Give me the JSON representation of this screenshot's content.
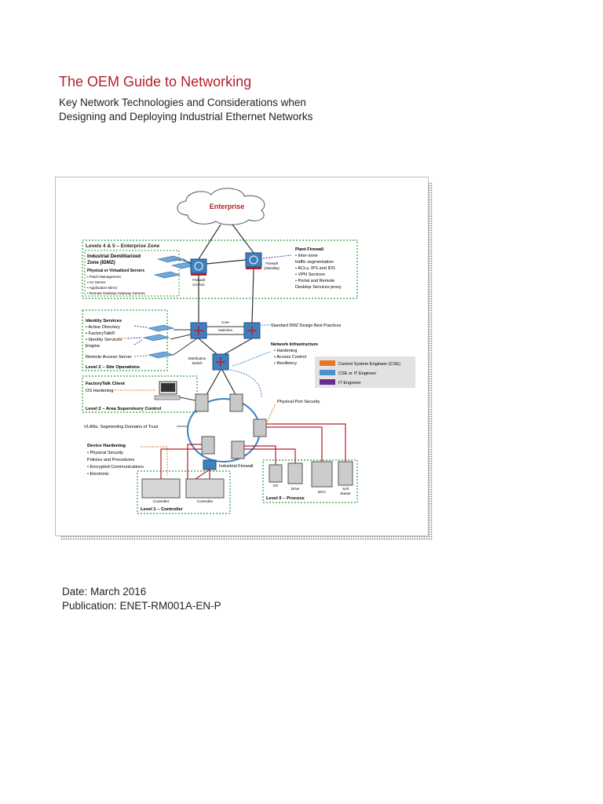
{
  "document": {
    "title": "The OEM Guide to Networking",
    "subtitle_line1": "Key Network Technologies and Considerations when",
    "subtitle_line2": "Designing and Deploying Industrial Ethernet Networks",
    "date": "Date: March 2016",
    "publication": "Publication: ENET-RM001A-EN-P"
  },
  "diagram": {
    "enterprise": "Enterprise",
    "zone_enterprise": "Levels 4 & 5 – Enterprise Zone",
    "idmz_title1": "Industrial Demilitarized",
    "idmz_title2": "Zone (IDMZ)",
    "idmz_servers": "Physical or Virtualized Servers",
    "idmz_items": [
      "• Patch Management",
      "• AV Server",
      "• Application Mirror",
      "• Remote Desktop Gateway Servers"
    ],
    "firewall_active": [
      "Firewall",
      "(Active)"
    ],
    "firewall_standby": [
      "Firewall",
      "(Standby)"
    ],
    "plant_firewall_title": "Plant Firewall",
    "plant_firewall_items": [
      "• Inter-zone",
      "  traffic segmentation",
      "• ACLs, IPS and IDS",
      "• VPN Services",
      "• Portal and Remote",
      "  Desktop Services proxy"
    ],
    "core_switches": [
      "Core",
      "Switches"
    ],
    "standard_dmz": "Standard DMZ Design Best Practices",
    "identity_title": "Identity Services",
    "identity_items": [
      "• Active Directory",
      "• FactoryTalk®",
      "• Identity Services",
      "  Engine"
    ],
    "remote_access": "Remote Access Server",
    "level2_site": "Level 2 – Site Operations",
    "distribution_switch": [
      "Distribution",
      "Switch"
    ],
    "netinfra_title": "Network Infrastructure",
    "netinfra_items": [
      "• Hardening",
      "• Access Control",
      "• Resiliency"
    ],
    "legend": [
      {
        "label": "Control System Engineer (CSE)",
        "color": "#e87722"
      },
      {
        "label": "CSE or IT Engineer",
        "color": "#4a90c9"
      },
      {
        "label": "IT Engineer",
        "color": "#6a2c8c"
      }
    ],
    "factorytalk_client": "FactoryTalk Client",
    "os_hardening": "OS Hardening",
    "level2_area": "Level 2 – Area Supervisory Control",
    "physical_port": "Physical Port Security",
    "vlans": "VLANs, Segmenting Domains of Trust",
    "device_hardening_title": "Device Hardening",
    "device_hardening_items": [
      "• Physical Security",
      "  Policies and Procedures",
      "• Encrypted Communications",
      "• Electronic"
    ],
    "industrial_firewall": "Industrial Firewall",
    "controller": "Controller",
    "level1": "Level 1 – Controller",
    "level0": "Level 0 – Process",
    "io": "I/O",
    "drive": "Drive",
    "mcc": "MCC",
    "soft_starter": [
      "Soft",
      "Starter"
    ],
    "colors": {
      "green": "#2e9b3a",
      "orange": "#e87722",
      "blue": "#3f7fbf",
      "purple": "#6a2c8c",
      "red": "#b4202a"
    }
  }
}
